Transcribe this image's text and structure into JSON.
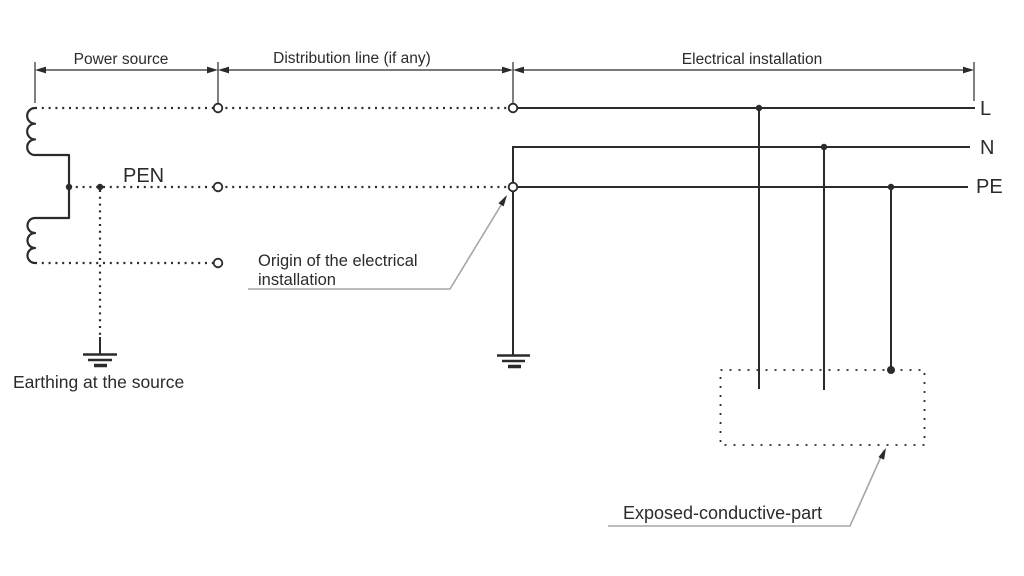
{
  "diagram": {
    "sections": {
      "power_source": "Power source",
      "distribution_line": "Distribution line (if any)",
      "electrical_installation": "Electrical installation"
    },
    "conductors": {
      "pen": "PEN",
      "line": "L",
      "neutral": "N",
      "protective_earth": "PE"
    },
    "annotations": {
      "earthing_at_source": "Earthing at the source",
      "origin_line1": "Origin of the electrical",
      "origin_line2": "installation",
      "exposed_conductive_part": "Exposed-conductive-part"
    },
    "colors": {
      "ink": "#2b2b2b",
      "leader": "#a6a6a6",
      "background": "#ffffff"
    }
  }
}
